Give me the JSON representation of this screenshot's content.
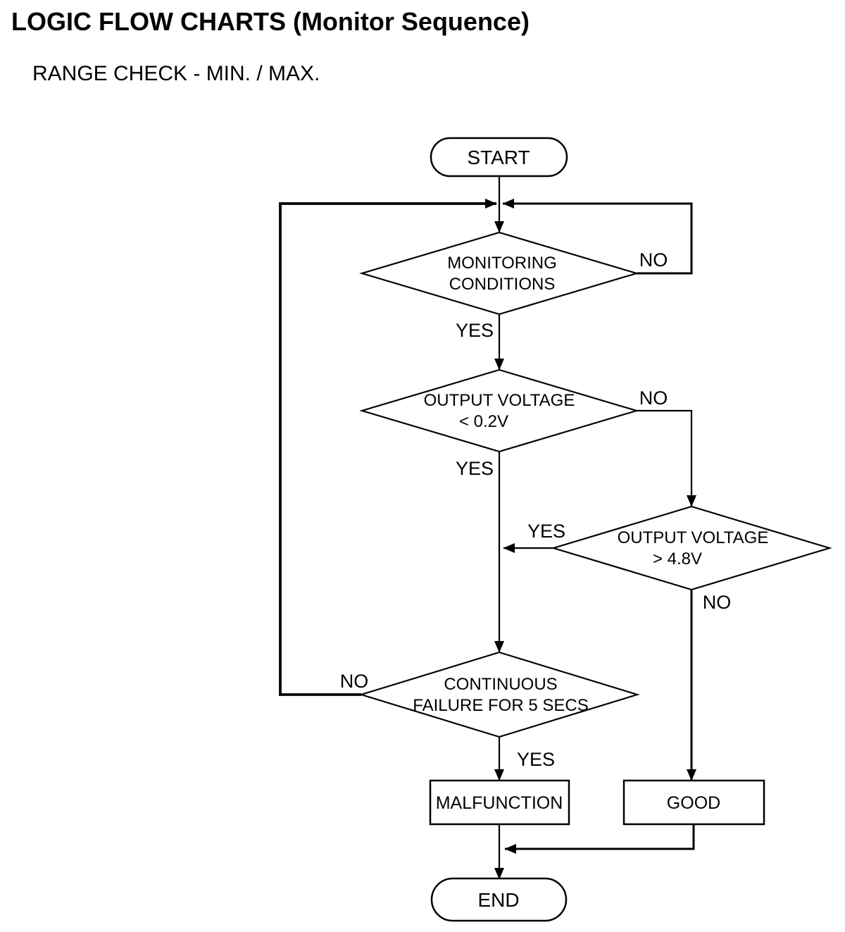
{
  "page": {
    "title": "LOGIC FLOW CHARTS (Monitor Sequence)",
    "subtitle": "RANGE CHECK - MIN. / MAX.",
    "colors": {
      "ink": "#000000",
      "paper": "#ffffff"
    }
  },
  "flowchart": {
    "start": {
      "label": "START"
    },
    "end": {
      "label": "END"
    },
    "decisions": {
      "monitoring": {
        "lines": [
          "MONITORING",
          "CONDITIONS"
        ],
        "yes": "YES",
        "no": "NO"
      },
      "voltage_low": {
        "lines": [
          "OUTPUT VOLTAGE",
          "< 0.2V"
        ],
        "yes": "YES",
        "no": "NO"
      },
      "voltage_high": {
        "lines": [
          "OUTPUT VOLTAGE",
          "> 4.8V"
        ],
        "yes": "YES",
        "no": "NO"
      },
      "continuous_failure": {
        "lines": [
          "CONTINUOUS",
          "FAILURE FOR 5 SECS"
        ],
        "yes": "YES",
        "no": "NO"
      }
    },
    "results": {
      "malfunction": {
        "label": "MALFUNCTION"
      },
      "good": {
        "label": "GOOD"
      }
    }
  }
}
